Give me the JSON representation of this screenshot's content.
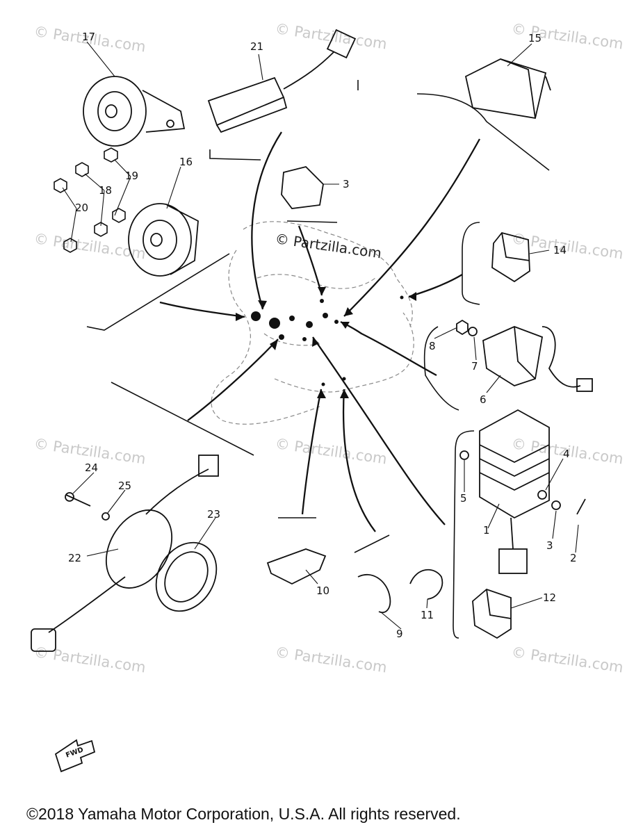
{
  "watermarks": {
    "corner": "© Partzilla.com",
    "center": "© Partzilla.com"
  },
  "parts": {
    "p1": "1",
    "p2": "2",
    "p3a": "3",
    "p3b": "3",
    "p4": "4",
    "p5": "5",
    "p6": "6",
    "p7": "7",
    "p8": "8",
    "p9": "9",
    "p10": "10",
    "p11": "11",
    "p12": "12",
    "p14": "14",
    "p15": "15",
    "p16": "16",
    "p17": "17",
    "p18": "18",
    "p19": "19",
    "p20": "20",
    "p21": "21",
    "p22": "22",
    "p23": "23",
    "p24": "24",
    "p25": "25"
  },
  "fwd_label": "FWD",
  "copyright": "©2018  Yamaha Motor Corporation, U.S.A. All rights reserved.",
  "colors": {
    "ink": "#111111",
    "watermark": "#c9c9c9",
    "frame_dashed": "#888888"
  }
}
